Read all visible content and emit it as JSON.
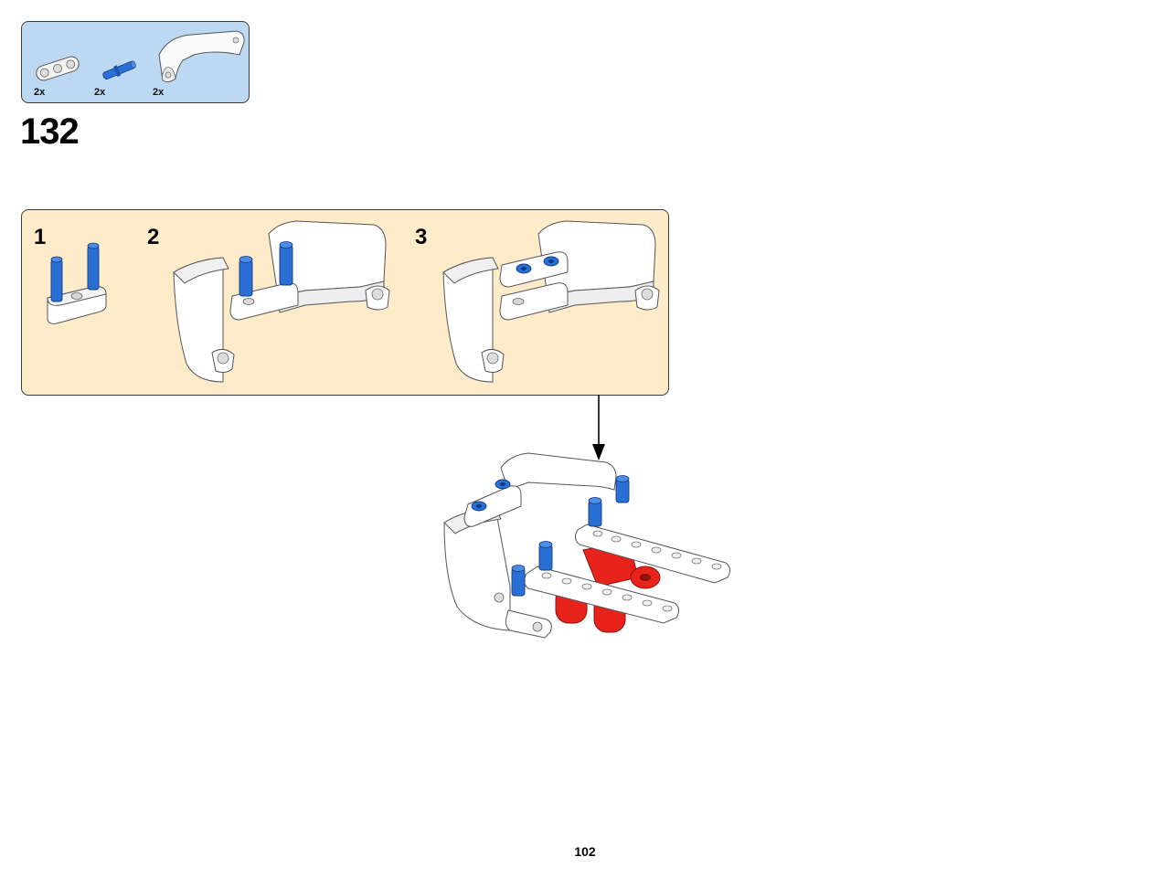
{
  "parts_list": {
    "items": [
      {
        "name": "white 3-hole beam",
        "icon": "white-beam-3-icon",
        "quantity": "2x"
      },
      {
        "name": "blue axle pin",
        "icon": "blue-pin-icon",
        "quantity": "2x"
      },
      {
        "name": "white curved panel",
        "icon": "white-panel-icon",
        "quantity": "2x"
      }
    ]
  },
  "step": {
    "number": "132"
  },
  "substeps": [
    {
      "label": "1"
    },
    {
      "label": "2"
    },
    {
      "label": "3"
    }
  ],
  "colors": {
    "parts_bg": "#bcd8f2",
    "substeps_bg": "#fdebc9",
    "pin_blue": "#2a6fd6",
    "red_part": "#e8231c"
  },
  "page": {
    "number": "102"
  }
}
